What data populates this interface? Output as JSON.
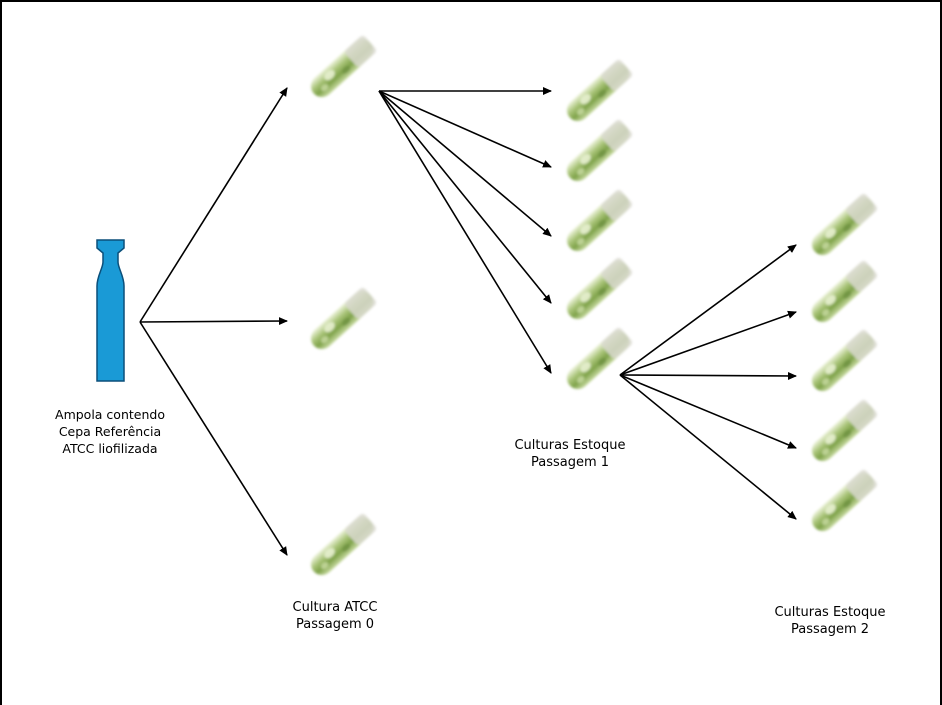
{
  "labels": {
    "ampoule": [
      "Ampola contendo",
      "Cepa Referência",
      "ATCC liofilizada"
    ],
    "passage0": [
      "Cultura ATCC",
      "Passagem 0"
    ],
    "passage1": [
      "Culturas Estoque",
      "Passagem 1"
    ],
    "passage2": [
      "Culturas Estoque",
      "Passagem 2"
    ]
  },
  "colors": {
    "ampoule_fill": "#1a9ad6",
    "ampoule_stroke": "#0b4f7a",
    "arrow": "#000000",
    "tube_green": "#8fb25c",
    "tube_light": "#d8e6b8"
  },
  "icons": {
    "ampoule": "ampoule-icon",
    "tube": "culture-tube-icon"
  }
}
